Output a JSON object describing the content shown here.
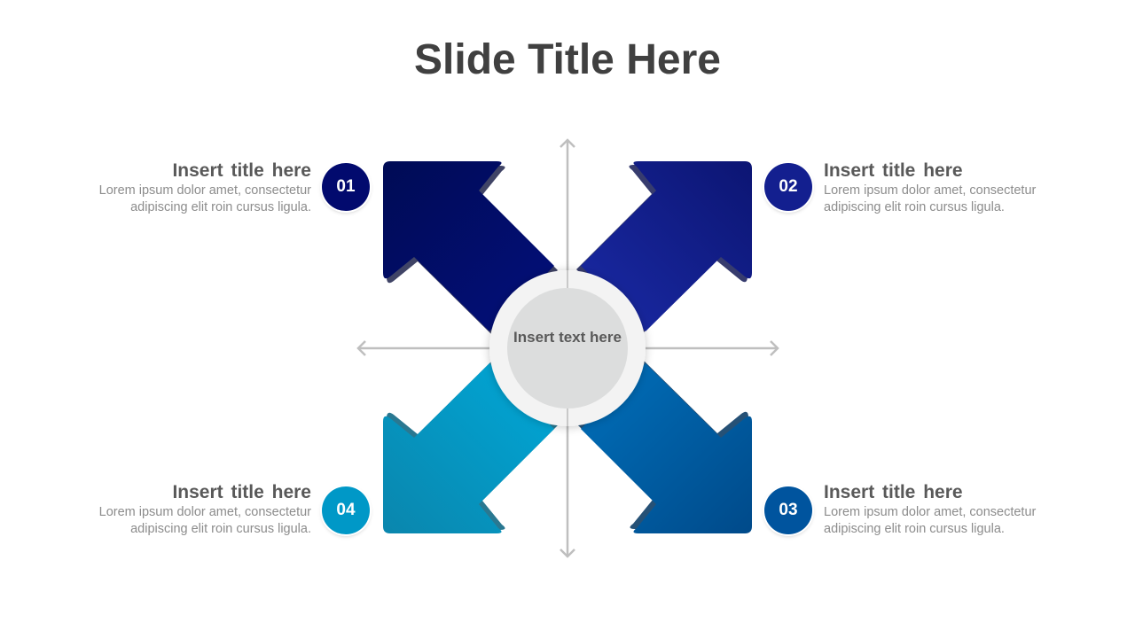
{
  "slide": {
    "title": "Slide Title Here"
  },
  "center": {
    "text": "Insert text here"
  },
  "colors": {
    "step1": "#020a6e",
    "step2": "#131f8f",
    "step3": "#00549e",
    "step4": "#0098c7",
    "axis": "#bfbfbf",
    "hub_outer": "#f2f2f2",
    "hub_inner": "#dcdddd"
  },
  "steps": [
    {
      "number": "01",
      "title": "Insert  title  here",
      "body": "Lorem ipsum dolor amet,  consectetur adipiscing elit roin cursus ligula."
    },
    {
      "number": "02",
      "title": "Insert  title  here",
      "body": "Lorem ipsum dolor amet,  consectetur adipiscing elit roin cursus ligula."
    },
    {
      "number": "03",
      "title": "Insert  title  here",
      "body": "Lorem ipsum dolor amet,  consectetur adipiscing elit roin cursus ligula."
    },
    {
      "number": "04",
      "title": "Insert  title  here",
      "body": "Lorem ipsum dolor amet,  consectetur adipiscing elit roin cursus ligula."
    }
  ]
}
